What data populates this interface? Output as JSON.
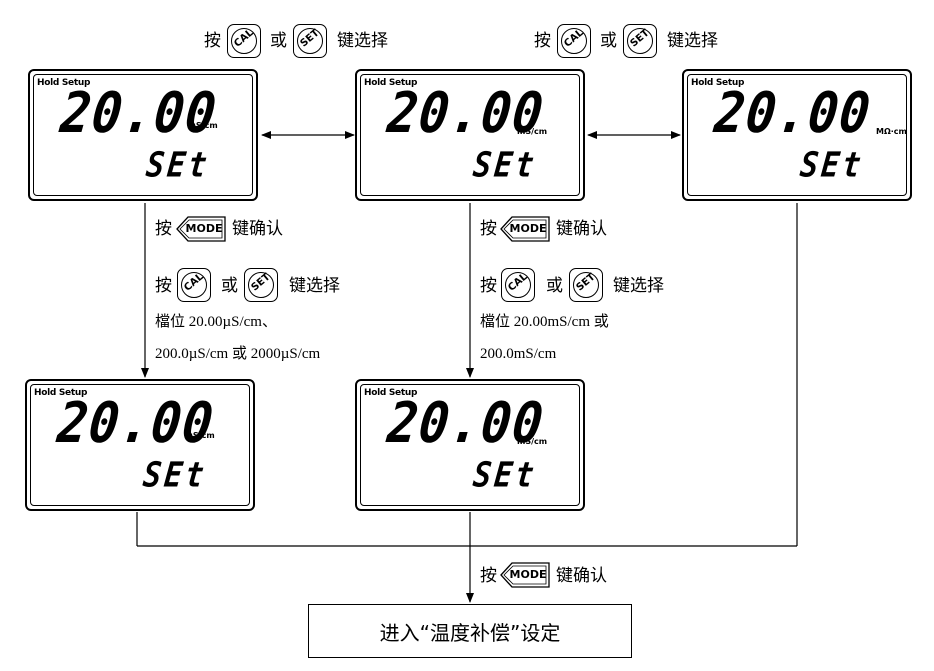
{
  "lcd": {
    "hold_label": "Hold Setup",
    "reading": "20.00",
    "set_text": "SEt",
    "units": {
      "us": "µS/cm",
      "ms": "mS/cm",
      "mohm": "MΩ·cm"
    }
  },
  "labels": {
    "press": "按",
    "or": "或",
    "select_key": "键选择",
    "confirm_key": "键确认"
  },
  "keys": {
    "cal": "CAL",
    "set": "SET",
    "mode": "MODE"
  },
  "notes": {
    "us_line1": "檔位 20.00µS/cm、",
    "us_line2": "200.0µS/cm 或 2000µS/cm",
    "ms_line1": "檔位 20.00mS/cm 或",
    "ms_line2": "200.0mS/cm"
  },
  "final_box": "进入“温度补偿”设定"
}
